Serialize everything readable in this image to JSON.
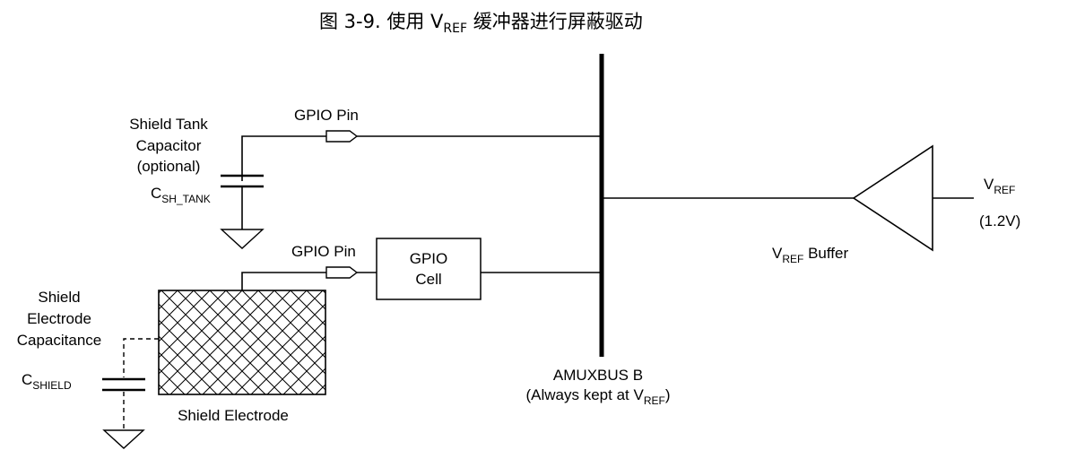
{
  "figure": {
    "title_prefix": "图 3-9. 使用 V",
    "title_sub": "REF",
    "title_suffix": " 缓冲器进行屏蔽驱动"
  },
  "labels": {
    "tank_cap_line1": "Shield Tank",
    "tank_cap_line2": "Capacitor",
    "tank_cap_line3": "(optional)",
    "c_sh_tank_main": "C",
    "c_sh_tank_sub": "SH_TANK",
    "gpio_pin_top": "GPIO Pin",
    "gpio_pin_bottom": "GPIO Pin",
    "gpio_cell_line1": "GPIO",
    "gpio_cell_line2": "Cell",
    "shield_cap_line1": "Shield",
    "shield_cap_line2": "Electrode",
    "shield_cap_line3": "Capacitance",
    "c_shield_main": "C",
    "c_shield_sub": "SHIELD",
    "shield_electrode": "Shield Electrode",
    "amuxbus_line1": "AMUXBUS B",
    "amuxbus_line2_prefix": "(Always kept at V",
    "amuxbus_line2_sub": "REF",
    "amuxbus_line2_suffix": ")",
    "buffer_main": "V",
    "buffer_sub": "REF",
    "buffer_suffix": " Buffer",
    "vref_main": "V",
    "vref_sub": "REF",
    "vref_value": "(1.2V)"
  }
}
